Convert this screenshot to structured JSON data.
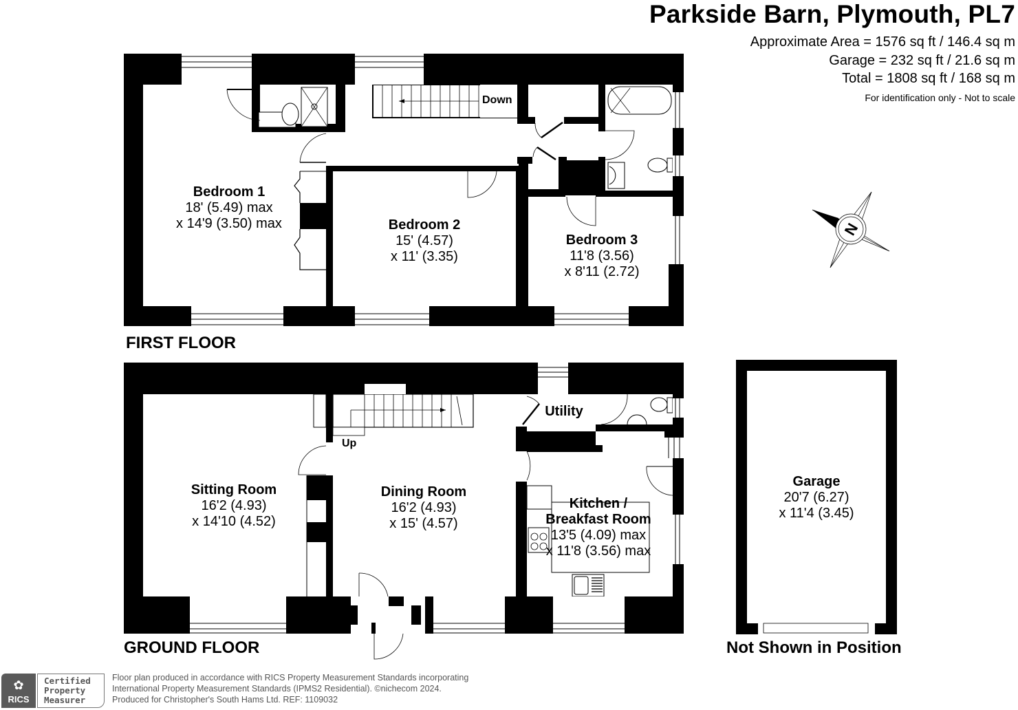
{
  "header": {
    "title": "Parkside Barn, Plymouth, PL7",
    "area_lines": [
      "Approximate Area = 1576 sq ft / 146.4 sq m",
      "Garage = 232 sq ft / 21.6 sq m",
      "Total = 1808 sq ft / 168 sq m"
    ],
    "note": "For identification only - Not to scale"
  },
  "first_floor": {
    "label": "FIRST FLOOR",
    "stairs_label": "Down",
    "rooms": [
      {
        "name": "Bedroom 1",
        "dim1": "18' (5.49) max",
        "dim2": "x 14'9 (3.50) max"
      },
      {
        "name": "Bedroom 2",
        "dim1": "15' (4.57)",
        "dim2": "x 11' (3.35)"
      },
      {
        "name": "Bedroom 3",
        "dim1": "11'8 (3.56)",
        "dim2": "x 8'11 (2.72)"
      }
    ]
  },
  "ground_floor": {
    "label": "GROUND FLOOR",
    "stairs_label": "Up",
    "rooms": [
      {
        "name": "Sitting Room",
        "dim1": "16'2 (4.93)",
        "dim2": "x 14'10 (4.52)"
      },
      {
        "name": "Dining Room",
        "dim1": "16'2 (4.93)",
        "dim2": "x 15' (4.57)"
      },
      {
        "name": "Kitchen /",
        "name2": "Breakfast Room",
        "dim1": "13'5 (4.09) max",
        "dim2": "x 11'8 (3.56) max"
      },
      {
        "name": "Utility"
      }
    ]
  },
  "garage": {
    "name": "Garage",
    "dim1": "20'7 (6.27)",
    "dim2": "x 11'4 (3.45)",
    "position_note": "Not Shown in Position"
  },
  "compass": {
    "icon": "compass-north-icon",
    "letter": "N"
  },
  "footer": {
    "badge": {
      "org": "RICS",
      "line1": "Certified",
      "line2": "Property",
      "line3": "Measurer"
    },
    "lines": [
      "Floor plan produced in accordance with RICS Property Measurement Standards incorporating",
      "International Property Measurement Standards (IPMS2 Residential).   ©nichecom 2024.",
      "Produced for Christopher's South Hams Ltd.   REF:  1109032"
    ]
  },
  "colors": {
    "wall": "#000000",
    "background": "#ffffff",
    "footer_text": "#555555",
    "badge_dark": "#5a5a5a"
  }
}
